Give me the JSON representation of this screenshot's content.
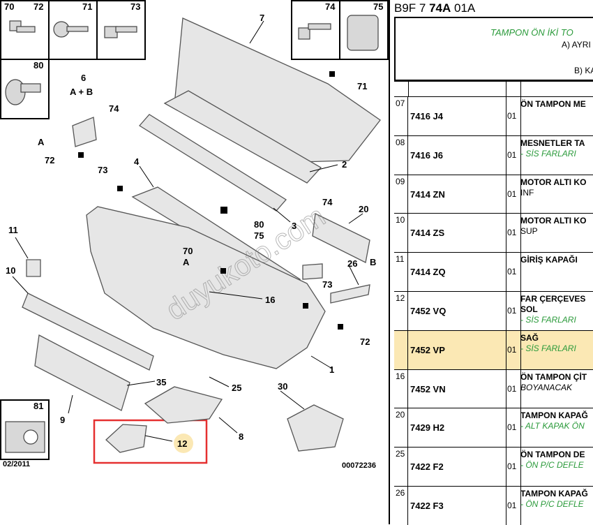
{
  "diagram": {
    "part_labels": [
      "1",
      "2",
      "3",
      "4",
      "6",
      "7",
      "8",
      "9",
      "10",
      "11",
      "12",
      "16",
      "20",
      "25",
      "26",
      "30",
      "35",
      "70",
      "70",
      "71",
      "72",
      "73",
      "74",
      "75",
      "80",
      "81",
      "A",
      "B",
      "A + B"
    ],
    "diagram_code": "00072236",
    "date": "02/2011",
    "watermark": "duyukoto.com",
    "inset_labels": [
      "70",
      "72",
      "71",
      "73",
      "80",
      "74",
      "75",
      "81"
    ]
  },
  "panel": {
    "code_prefix": "B9F 7 ",
    "code_bold": "74A",
    "code_suffix": " 01A",
    "title": "TAMPON ÖN İKİ TO",
    "sub_a": "A) AYRI",
    "sub_b": "B) KA",
    "rows": [
      {
        "idx": "07",
        "ref": "7416 J4",
        "qty": "01",
        "name": "ÖN TAMPON ME",
        "notes": []
      },
      {
        "idx": "08",
        "ref": "7416 J6",
        "qty": "01",
        "name": "MESNETLER TA",
        "notes": [
          {
            "t": "- SİS FARLARI",
            "s": "g"
          }
        ]
      },
      {
        "idx": "09",
        "ref": "7414 ZN",
        "qty": "01",
        "name": "MOTOR ALTI KO",
        "notes": [
          {
            "t": "INF",
            "s": ""
          }
        ]
      },
      {
        "idx": "10",
        "ref": "7414 ZS",
        "qty": "01",
        "name": "MOTOR ALTI KO",
        "notes": [
          {
            "t": "SUP",
            "s": ""
          }
        ]
      },
      {
        "idx": "11",
        "ref": "7414 ZQ",
        "qty": "01",
        "name": "GİRİŞ KAPAĞI",
        "notes": []
      },
      {
        "idx": "12",
        "ref": "7452 VQ",
        "qty": "01",
        "name": "FAR ÇERÇEVES",
        "notes": [
          {
            "t": "SOL",
            "s": "n"
          },
          {
            "t": "- SİS FARLARI",
            "s": "g"
          }
        ]
      },
      {
        "idx": "",
        "ref": "7452 VP",
        "qty": "01",
        "name": "SAĞ",
        "notes": [
          {
            "t": "- SİS FARLARI",
            "s": "g"
          }
        ],
        "highlight": true
      },
      {
        "idx": "16",
        "ref": "7452 VN",
        "qty": "01",
        "name": "ÖN TAMPON ÇİT",
        "notes": [
          {
            "t": "BOYANACAK",
            "s": "i"
          }
        ]
      },
      {
        "idx": "20",
        "ref": "7429 H2",
        "qty": "01",
        "name": "TAMPON KAPAĞ",
        "notes": [
          {
            "t": "- ALT KAPAK ÖN",
            "s": "g"
          }
        ]
      },
      {
        "idx": "25",
        "ref": "7422 F2",
        "qty": "01",
        "name": "ÖN TAMPON DE",
        "notes": [
          {
            "t": "- ÖN P/C DEFLE",
            "s": "g"
          }
        ]
      },
      {
        "idx": "26",
        "ref": "7422 F3",
        "qty": "01",
        "name": "TAMPON KAPAĞ",
        "notes": [
          {
            "t": "- ÖN P/C DEFLE",
            "s": "g"
          }
        ]
      }
    ]
  },
  "colors": {
    "highlight": "#fbe8b4",
    "green": "#2a9a3a",
    "callout_red": "#e53030"
  }
}
